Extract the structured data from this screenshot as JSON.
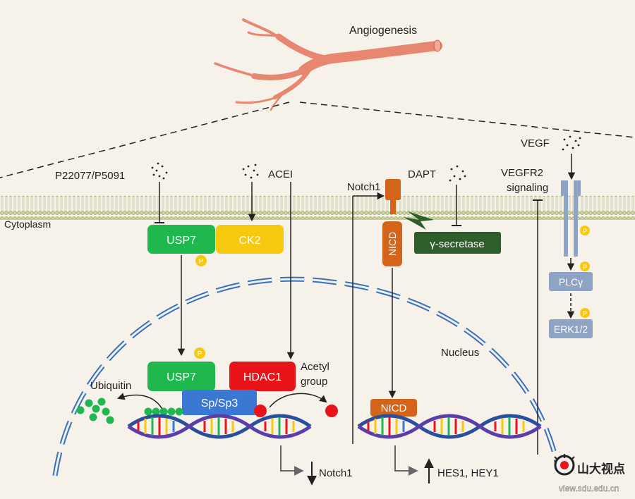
{
  "title": "Angiogenesis",
  "labels": {
    "cytoplasm": "Cytoplasm",
    "nucleus": "Nucleus",
    "p22077": "P22077/P5091",
    "acei": "ACEI",
    "notch1_receptor": "Notch1",
    "dapt": "DAPT",
    "vegfr2_signaling_line1": "VEGFR2",
    "vegfr2_signaling_line2": "signaling",
    "vegf": "VEGF",
    "ubiquitin": "Ubiquitin",
    "acetyl_line1": "Acetyl",
    "acetyl_line2": "group",
    "notch1_output": "Notch1",
    "hes_output": "HES1, HEY1"
  },
  "boxes": {
    "usp7_top": "USP7",
    "ck2": "CK2",
    "nicd_vertical": "NICD",
    "gamma_secretase": "γ-secretase",
    "plc": "PLCγ",
    "erk": "ERK1/2",
    "usp7_bottom": "USP7",
    "hdac1": "HDAC1",
    "sp": "Sp/Sp3",
    "nicd_bottom": "NICD"
  },
  "phospho": "P",
  "watermark": {
    "name": "山大视点",
    "url": "view.sdu.edu.cn"
  },
  "colors": {
    "green": "#1fb84e",
    "yellow": "#f6c90e",
    "orange": "#d4641a",
    "dark_green": "#2e5e2a",
    "blue_grey": "#8fa3c4",
    "blue": "#3b78d4",
    "red": "#e8141a",
    "vessel": "#e8876f",
    "membrane": "#b8c48c"
  }
}
